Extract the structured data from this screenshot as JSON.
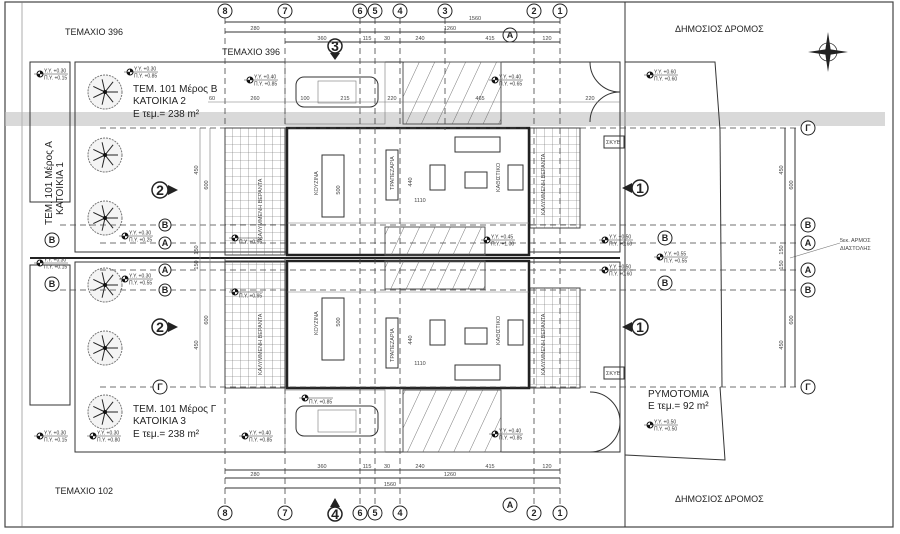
{
  "plots": {
    "top_left": "ΤΕΜΑΧΙΟ 396",
    "top_center": "ΤΕΜΑΧΙΟ 396",
    "bottom_left": "ΤΕΜΑΧΙΟ 102",
    "road_top": "ΔΗΜΟΣΙΟΣ ΔΡΟΜΟΣ",
    "road_bottom": "ΔΗΜΟΣΙΟΣ ΔΡΟΜΟΣ"
  },
  "units": {
    "house2": {
      "name": "ΤΕΜ. 101 Μέρος Β",
      "label": "ΚΑΤΟΙΚΙΑ 2",
      "area": "Ε τεμ.= 238 m²"
    },
    "house1": {
      "name": "ΤΕΜ. 101 Μέρος Α",
      "label": "ΚΑΤΟΙΚΙΑ 1"
    },
    "house3": {
      "name": "ΤΕΜ. 101 Μέρος Γ",
      "label": "ΚΑΤΟΙΚΙΑ 3",
      "area": "Ε τεμ.= 238 m²"
    },
    "road_widening": {
      "name": "ΡΥΜΟΤΟΜΙΑ",
      "area": "Ε τεμ.= 92 m²"
    }
  },
  "rooms": {
    "kitchen": "ΚΟΥΖΙΝΑ",
    "dining": "ΤΡΑΠΕΖΑΡΙΑ",
    "living": "ΚΑΘΙΣΤΙΚΟ",
    "veranda": "ΚΑΛΥΜΜΕΝΗ ΒΕΡΑΝΤΑ",
    "storage": "ΣΚΥΒ"
  },
  "expansion_joint": [
    "5εκ. ΑΡΜΟΣ",
    "ΔΙΑΣΤΟΛΗΣ"
  ],
  "grid_axes": {
    "vertical": [
      "8",
      "7",
      "6",
      "5",
      "4",
      "3",
      "2",
      "1"
    ],
    "horizontal": [
      "Γ",
      "Β",
      "Α",
      "Α",
      "Β",
      "Γ"
    ]
  },
  "section_markers": [
    "1",
    "2",
    "3",
    "4",
    "A",
    "B"
  ],
  "dimensions": {
    "top_overall": "1560",
    "top_sub": "1260",
    "top_row": [
      "280",
      "360",
      "115",
      "30",
      "240",
      "415",
      "120"
    ],
    "site_row": [
      "60",
      "260",
      "100",
      "215",
      "220",
      "465",
      "220"
    ],
    "interior": [
      "1110",
      "440",
      "500"
    ],
    "right": [
      "450",
      "600",
      "150",
      "150",
      "600",
      "450"
    ]
  },
  "levels": [
    [
      "Υ.Υ. +0.30",
      "Π.Υ. +0.15"
    ],
    [
      "Υ.Υ. +0.30",
      "Π.Υ. +0.85"
    ],
    [
      "Υ.Υ. +0.40",
      "Π.Υ. +0.85"
    ],
    [
      "Υ.Υ. +0.40",
      "Π.Υ. +0.65"
    ],
    [
      "Υ.Υ. +0.60",
      "Π.Υ. +0.60"
    ],
    [
      "Υ.Υ. +0.30",
      "Π.Υ. +0.15"
    ],
    [
      "Υ.Υ. +0.30",
      "Π.Υ. +0.25"
    ],
    [
      "Υ.Υ. +0.30",
      "Π.Υ. +0.55"
    ],
    [
      "",
      "Π.Υ. +0.95"
    ],
    [
      "",
      "Π.Υ. +0.95"
    ],
    [
      "Υ.Υ. +0.45",
      "Π.Υ. +1.00"
    ],
    [
      "Υ.Υ. +0.50",
      "Π.Υ. +0.60"
    ],
    [
      "Υ.Υ. +0.50",
      "Π.Υ. +0.60"
    ],
    [
      "Υ.Υ. +0.55",
      "Π.Υ. +0.55"
    ],
    [
      "",
      "Π.Υ. +0.85"
    ],
    [
      "Υ.Υ. +0.30",
      "Π.Υ. +0.15"
    ],
    [
      "Υ.Υ. +0.30",
      "Π.Υ. +0.80"
    ],
    [
      "Υ.Υ. +0.40",
      "Π.Υ. +0.85"
    ],
    [
      "Υ.Υ. +0.40",
      "Π.Υ. +0.85"
    ],
    [
      "Υ.Υ. +0.50",
      "Π.Υ. +0.50"
    ]
  ],
  "icons": {
    "compass": "north-arrow-icon",
    "tree": "tree-icon",
    "car": "car-icon"
  }
}
